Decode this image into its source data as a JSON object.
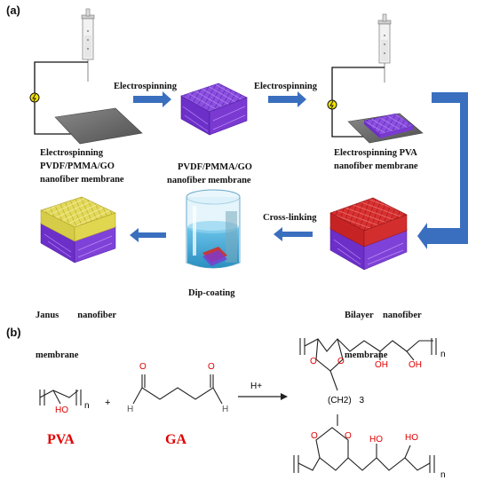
{
  "panels": {
    "a": "(a)",
    "b": "(b)"
  },
  "panel_a": {
    "arrow_electrospinning_1": "Electrospinning",
    "arrow_electrospinning_2": "Electrospinning",
    "arrow_crosslinking": "Cross-linking",
    "cap_step1_line1": "Electrospinning",
    "cap_step1_line2": "PVDF/PMMA/GO",
    "cap_step1_line3": "nanofiber membrane",
    "cap_step2_line1": "PVDF/PMMA/GO",
    "cap_step2_line2": "nanofiber membrane",
    "cap_step3_line1": "Electrospinning PVA",
    "cap_step3_line2": "nanofiber membrane",
    "cap_bilayer_line1": "Bilayer    nanofiber",
    "cap_bilayer_line2": "membrane",
    "cap_dip": "Dip-coating",
    "cap_janus_line1": "Janus        nanofiber",
    "cap_janus_line2": "membrane",
    "colors": {
      "arrow": "#3a6fbf",
      "purple_fiber": "#7d3bd6",
      "yellow_fiber": "#d8cf4a",
      "red_fiber": "#cc2222",
      "collector": "#6e6e6e",
      "beaker_liquid": "#3fa9d6"
    }
  },
  "panel_b": {
    "pva_name": "PVA",
    "ga_name": "GA",
    "plus": "+",
    "catalyst": "H+",
    "n1": "n",
    "n2": "n",
    "n3": "n",
    "ho_pva": "HO",
    "o_ga_left": "O",
    "o_ga_right": "O",
    "h_ga_left": "H",
    "h_ga_right": "H",
    "o_top_1": "O",
    "o_top_2": "O",
    "oh_top_1": "OH",
    "oh_top_2": "OH",
    "ch2_label": "(CH2)",
    "ch2_sub": "3",
    "o_bot_1": "O",
    "o_bot_2": "O",
    "ho_bot_1": "HO",
    "ho_bot_2": "HO"
  }
}
